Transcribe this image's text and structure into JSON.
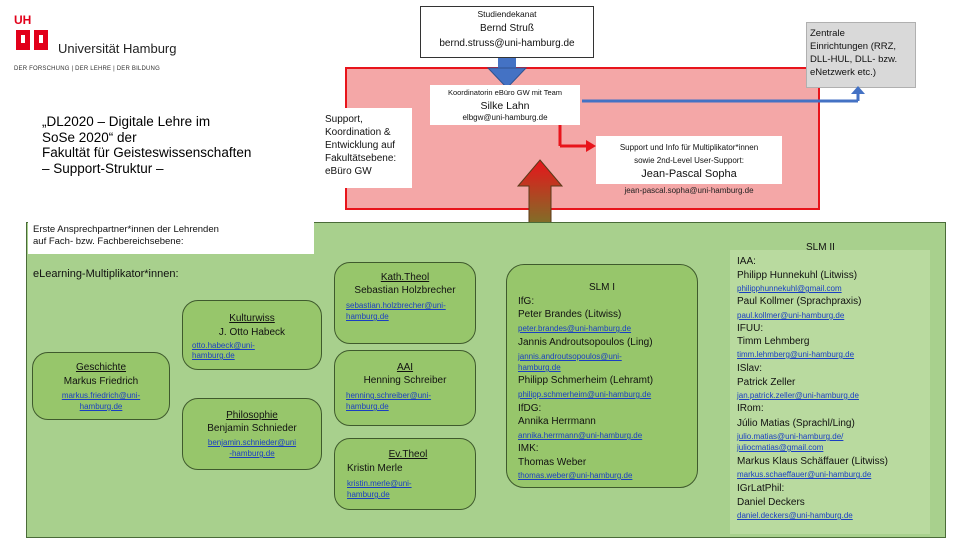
{
  "logo": {
    "wordmark": "Universität Hamburg",
    "tagline": "DER FORSCHUNG | DER LEHRE | DER BILDUNG",
    "monogram": "UH"
  },
  "title": {
    "lines": [
      "„DL2020 – Digitale Lehre im",
      "SoSe 2020“ der",
      "Fakultät für Geisteswissenschaften",
      "– Support-Struktur –"
    ]
  },
  "dekanat": {
    "label": "Studiendekanat",
    "name": "Bernd Struß",
    "email": "bernd.struss@uni-hamburg.de"
  },
  "zentrale": {
    "lines": [
      "Zentrale",
      "Einrichtungen (RRZ,",
      "DLL-HUL, DLL- bzw.",
      "eNetzwerk etc.)"
    ]
  },
  "koordination": {
    "label": "Koordinatorin eBüro GW mit Team",
    "name": "Silke Lahn",
    "email": "elbgw@uni-hamburg.de"
  },
  "support_ebuero": {
    "lines": [
      "Support,",
      "Koordination &",
      "Entwicklung auf",
      "Fakultätsebene:",
      "eBüro GW"
    ]
  },
  "sophia": {
    "lines": [
      "Support und Info für Multiplikator*innen",
      "sowie 2nd-Level User-Support:"
    ],
    "name": "Jean-Pascal Sopha",
    "email": "jean-pascal.sopha@uni-hamburg.de"
  },
  "ansprech": {
    "lines": [
      "Erste Ansprechpartner*innen der Lehrenden",
      "auf Fach- bzw. Fachbereichsebene:"
    ]
  },
  "multiplikator_heading": "eLearning-Multiplikator*innen:",
  "people": {
    "kulturwiss": {
      "dept": "Kulturwiss",
      "name": "J. Otto Habeck",
      "email": [
        "otto.habeck@uni-",
        "hamburg.de"
      ]
    },
    "geschichte": {
      "dept": "Geschichte",
      "name": "Markus Friedrich",
      "email": [
        "markus.friedrich@uni-",
        "hamburg.de"
      ]
    },
    "philosophie": {
      "dept": "Philosophie",
      "name": "Benjamin Schnieder",
      "email": [
        "benjamin.schnieder@uni",
        "-hamburg.de"
      ]
    },
    "kaththeol": {
      "dept": "Kath.Theol",
      "name": "Sebastian Holzbrecher",
      "email": [
        "sebastian.holzbrecher@uni-",
        "hamburg.de"
      ]
    },
    "aai": {
      "dept": "AAI",
      "name": "Henning Schreiber",
      "email": [
        "henning.schreiber@uni-",
        "hamburg.de"
      ]
    },
    "evtheol": {
      "dept": "Ev.Theol",
      "name": "Kristin Merle",
      "email": [
        "kristin.merle@uni-",
        "hamburg.de"
      ]
    }
  },
  "slm1": {
    "heading": "SLM I",
    "entries": [
      {
        "inst": "IfG:",
        "name": "Peter Brandes (Litwiss)",
        "email": "peter.brandes@uni-hamburg.de"
      },
      {
        "inst": "",
        "name": "Jannis Androutsopoulos (Ling)",
        "email": "jannis.androutsopoulos@uni-hamburg.de",
        "email_lines": [
          "jannis.androutsopoulos@uni-",
          "hamburg.de"
        ]
      },
      {
        "inst": "",
        "name": "Philipp Schmerheim (Lehramt)",
        "email": "philipp.schmerheim@uni-hamburg.de"
      },
      {
        "inst": "IfDG:",
        "name": "Annika Herrmann",
        "email": "annika.herrmann@uni-hamburg.de"
      },
      {
        "inst": "IMK:",
        "name": "Thomas Weber",
        "email": "thomas.weber@uni-hamburg.de"
      }
    ]
  },
  "slm2": {
    "heading": "SLM II",
    "entries": [
      {
        "inst": "IAA:",
        "name": "Philipp Hunnekuhl (Litwiss)",
        "email": "philipphunnekuhl@gmail.com"
      },
      {
        "inst": "",
        "name": "Paul Kollmer (Sprachpraxis)",
        "email": "paul.kollmer@uni-hamburg.de"
      },
      {
        "inst": "IFUU:",
        "name": "Timm Lehmberg",
        "email": "timm.lehmberg@uni-hamburg.de"
      },
      {
        "inst": "ISlav:",
        "name": "Patrick Zeller",
        "email": "jan.patrick.zeller@uni-hamburg.de"
      },
      {
        "inst": "IRom:",
        "name": "Júlio Matias (Sprachl/Ling)",
        "email": "julio.matias@uni-hamburg.de/",
        "email2": "juliocmatias@gmail.com"
      },
      {
        "inst": "",
        "name": "Markus Klaus Schäffauer (Litwiss)",
        "email": "markus.schaeffauer@uni-hamburg.de"
      },
      {
        "inst": "IGrLatPhil:",
        "name": "Daniel Deckers",
        "email": "daniel.deckers@uni-hamburg.de"
      }
    ]
  },
  "colors": {
    "red": "#e8141b",
    "pink": "#f4a7a7",
    "green": "#a8d08d",
    "green_pill": "#97c66b",
    "blue_arrow": "#4472c4",
    "brand": "#e2001a"
  }
}
